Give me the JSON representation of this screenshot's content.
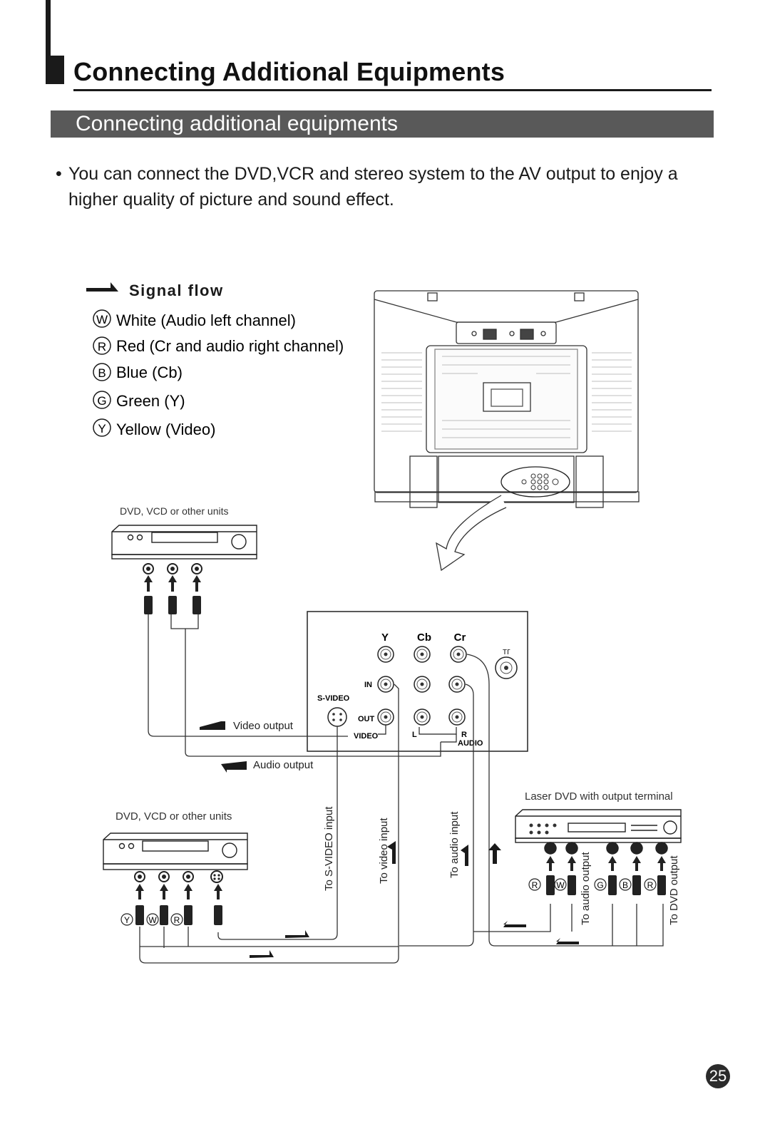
{
  "header": {
    "title": "Connecting Additional Equipments",
    "section": "Connecting additional equipments"
  },
  "intro": {
    "bullet": "•",
    "text": "You can connect the DVD,VCR and stereo system to the AV output to enjoy a higher quality of picture and sound effect."
  },
  "legend": {
    "heading": "Signal flow",
    "items": [
      {
        "key": "W",
        "label": "White (Audio left channel)"
      },
      {
        "key": "R",
        "label": "Red (Cr and audio right channel)"
      },
      {
        "key": "B",
        "label": "Blue (Cb)"
      },
      {
        "key": "G",
        "label": "Green (Y)"
      },
      {
        "key": "Y",
        "label": "Yellow (Video)"
      }
    ]
  },
  "diagram": {
    "device_top_label": "DVD, VCD or other units",
    "device_bottom_label": "DVD, VCD or other units",
    "laser_dvd_label": "Laser DVD with output terminal",
    "panel": {
      "y": "Y",
      "cb": "Cb",
      "cr": "Cr",
      "in": "IN",
      "svideo": "S-VIDEO",
      "out": "OUT",
      "video": "VIDEO",
      "l": "L",
      "r": "R",
      "audio": "AUDIO",
      "antenna": "ᴛᴦ"
    },
    "video_output": "Video output",
    "audio_output": "Audio output",
    "to_svideo_input": "To S-VIDEO input",
    "to_video_input": "To video input",
    "to_audio_input": "To audio input",
    "to_audio_output": "To audio output",
    "to_dvd_output": "To DVD output",
    "bottom_keys": [
      "Y",
      "W",
      "R"
    ],
    "laser_keys": [
      "R",
      "W",
      "G",
      "B",
      "R"
    ]
  },
  "page_number": "25"
}
